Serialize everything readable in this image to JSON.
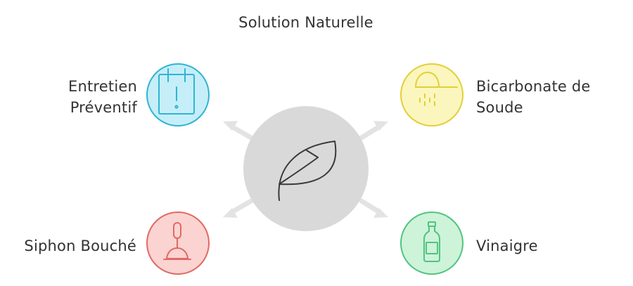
{
  "diagram": {
    "title": "Solution Naturelle",
    "center": {
      "icon": "leaf-icon",
      "color": "#d9d9d9"
    },
    "nodes": [
      {
        "id": "entretien",
        "label": "Entretien\nPréventif",
        "icon": "calendar-icon",
        "fill": "#c5eef8",
        "stroke": "#2fb5d3"
      },
      {
        "id": "bicarbonate",
        "label": "Bicarbonate de\nSoude",
        "icon": "baking-soda-scoop-icon",
        "fill": "#fbf6bd",
        "stroke": "#e3cf3a"
      },
      {
        "id": "siphon",
        "label": "Siphon Bouché",
        "icon": "plunger-icon",
        "fill": "#fbd3d1",
        "stroke": "#e06a64"
      },
      {
        "id": "vinaigre",
        "label": "Vinaigre",
        "icon": "bottle-icon",
        "fill": "#cdf3d9",
        "stroke": "#52c47f"
      }
    ]
  }
}
